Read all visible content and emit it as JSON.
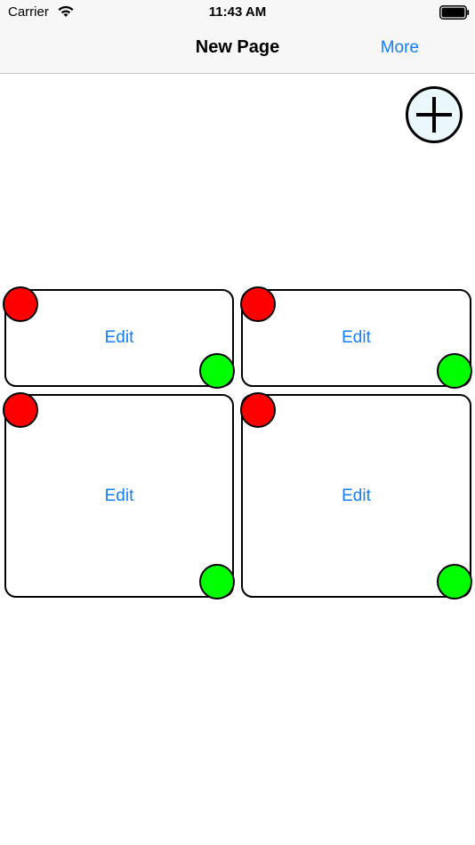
{
  "status_bar": {
    "carrier": "Carrier",
    "time": "11:43 AM"
  },
  "nav": {
    "title": "New Page",
    "right_button": "More"
  },
  "add_button": {
    "icon": "plus-circle-icon",
    "fill": "#eaf8fb"
  },
  "cards": [
    {
      "edit_label": "Edit"
    },
    {
      "edit_label": "Edit"
    },
    {
      "edit_label": "Edit"
    },
    {
      "edit_label": "Edit"
    }
  ],
  "colors": {
    "accent": "#157efb",
    "delete_dot": "#ff0000",
    "resize_dot": "#00ff00",
    "bar_background": "#f7f7f7"
  }
}
